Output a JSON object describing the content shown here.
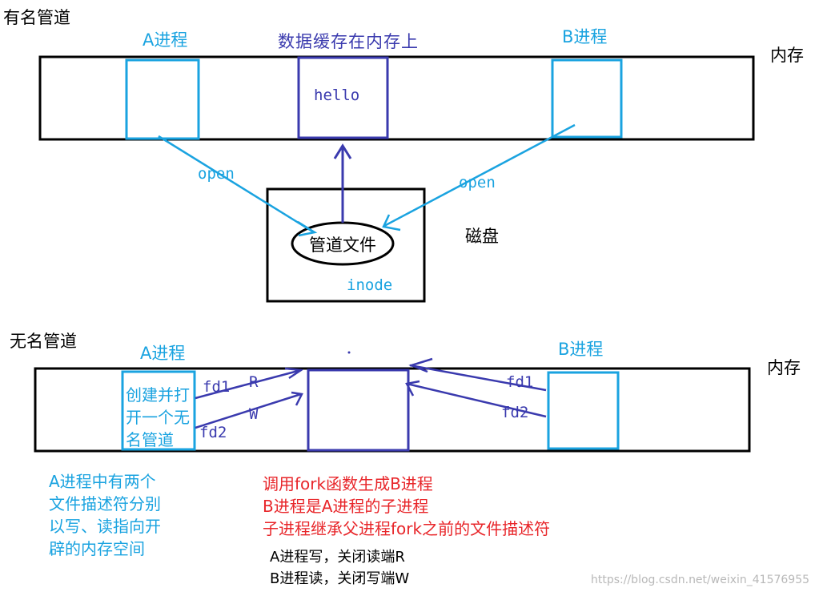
{
  "colors": {
    "black": "#000000",
    "cyan": "#1aa3e0",
    "blue": "#3a3aae",
    "red": "#e8262a",
    "watermark": "#b8b8b8"
  },
  "named_pipe": {
    "title": "有名管道",
    "process_a": "A进程",
    "cache_label": "数据缓存在内存上",
    "process_b": "B进程",
    "memory_label": "内存",
    "hello": "hello",
    "open_left": "open",
    "open_right": "open",
    "pipe_file": "管道文件",
    "disk_label": "磁盘",
    "inode": "inode"
  },
  "anonymous_pipe": {
    "title": "无名管道",
    "process_a": "A进程",
    "process_b": "B进程",
    "memory_label": "内存",
    "create_lines": [
      "创建并打",
      "开一个无",
      "名管道"
    ],
    "a_fd1": "fd1",
    "a_r": "R",
    "a_w": "W",
    "a_fd2": "fd2",
    "b_fd1": "fd1",
    "b_fd2": "fd2",
    "note_cyan": [
      "A进程中有两个",
      "文件描述符分别",
      "以写、读指向开",
      "辟的内存空间"
    ],
    "note_red": [
      "调用fork函数生成B进程",
      "B进程是A进程的子进程",
      "子进程继承父进程fork之前的文件描述符"
    ],
    "note_black": [
      "A进程写，关闭读端R",
      "B进程读，关闭写端W"
    ]
  },
  "watermark": "https://blog.csdn.net/weixin_41576955"
}
